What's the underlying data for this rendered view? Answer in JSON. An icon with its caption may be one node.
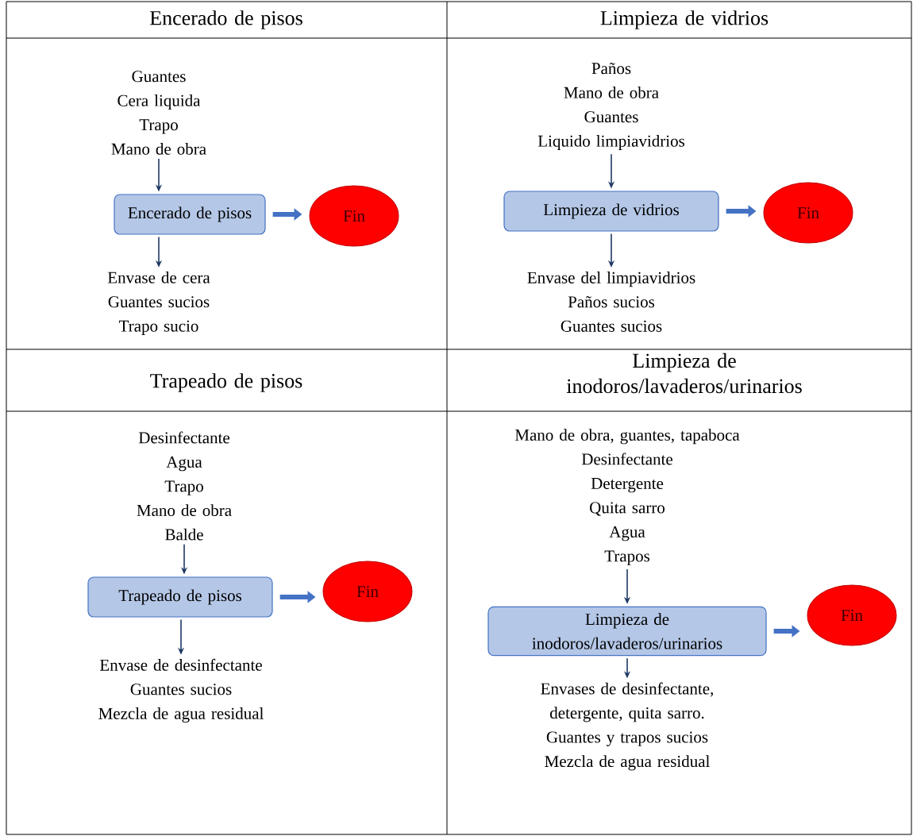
{
  "diagram": {
    "nodes": [
      {
        "text": [
          "Guantes",
          "Cera liquida",
          "Trapo",
          "Mano de obra"
        ]
      },
      {
        "text": [
          "Encerado de pisos"
        ]
      },
      {
        "text": [
          "Fin"
        ]
      },
      {
        "text": [
          "Envase de cera",
          "Guantes sucios",
          "Trapo sucio"
        ]
      },
      {
        "text": [
          "Paños",
          "Mano de obra",
          "Guantes",
          "Liquido limpiavidrios"
        ]
      },
      {
        "text": [
          "Limpieza de vidrios"
        ]
      },
      {
        "text": [
          "Fin"
        ]
      },
      {
        "text": [
          "Envase del limpiavidrios",
          "Paños sucios",
          "Guantes sucios"
        ]
      },
      {
        "text": [
          "Desinfectante",
          "Agua",
          "Trapo",
          "Mano de obra",
          "Balde"
        ]
      },
      {
        "text": [
          "Trapeado de pisos"
        ]
      },
      {
        "text": [
          "Fin"
        ]
      },
      {
        "text": [
          "Envase de desinfectante",
          "Guantes sucios",
          "Mezcla de agua residual"
        ]
      },
      {
        "text": [
          "Mano de obra, guantes, tapaboca",
          "Desinfectante",
          "Detergente",
          "Quita sarro",
          "Agua",
          "Trapos"
        ]
      },
      {
        "text": [
          "Limpieza de inodoros/lavaderos/urinarios"
        ]
      },
      {
        "text": [
          "Fin"
        ]
      },
      {
        "text": [
          "Envases de desinfectante, detergente, quita sarro.",
          "Guantes y trapos sucios",
          "Mezcla de agua residual"
        ]
      }
    ],
    "edges": [
      {
        "from": 0,
        "to": 1,
        "arrow": "to"
      },
      {
        "from": 1,
        "to": 2,
        "arrow": "to",
        "style": "thick",
        "color": "#4472c4"
      },
      {
        "from": 1,
        "to": 3,
        "arrow": "to"
      },
      {
        "from": 4,
        "to": 5,
        "arrow": "to"
      },
      {
        "from": 5,
        "to": 6,
        "arrow": "to",
        "style": "thick",
        "color": "#4472c4"
      },
      {
        "from": 5,
        "to": 7,
        "arrow": "to"
      },
      {
        "from": 8,
        "to": 9,
        "arrow": "to"
      },
      {
        "from": 9,
        "to": 10,
        "arrow": "to",
        "style": "thick",
        "color": "#4472c4"
      },
      {
        "from": 9,
        "to": 11,
        "arrow": "to"
      },
      {
        "from": 12,
        "to": 13,
        "arrow": "to"
      },
      {
        "from": 13,
        "to": 14,
        "arrow": "to",
        "style": "thick",
        "color": "#4472c4"
      },
      {
        "from": 13,
        "to": 15,
        "arrow": "to"
      }
    ],
    "labels": [
      "Encerado de pisos",
      "Limpieza de vidrios",
      "Trapeado de pisos",
      "Limpieza de inodoros/lavaderos/urinarios"
    ]
  }
}
